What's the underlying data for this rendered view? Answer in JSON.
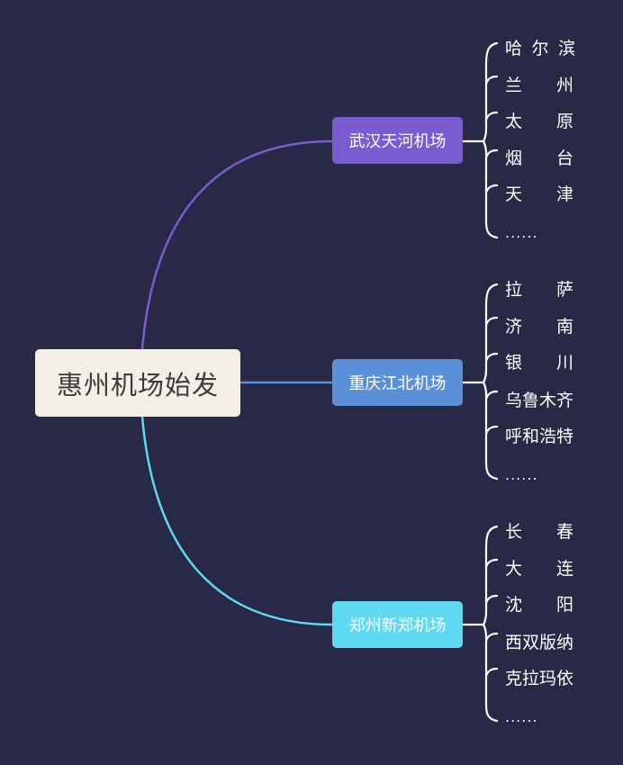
{
  "root": {
    "label": "惠州机场始发"
  },
  "hubs": [
    {
      "label": "武汉天河机场",
      "color": "#7a5cd0",
      "destinations": [
        "哈尔滨",
        "兰州",
        "太原",
        "烟台",
        "天津",
        "......"
      ]
    },
    {
      "label": "重庆江北机场",
      "color": "#5b90d9",
      "destinations": [
        "拉萨",
        "济南",
        "银川",
        "乌鲁木齐",
        "呼和浩特",
        "......"
      ]
    },
    {
      "label": "郑州新郑机场",
      "color": "#5fd8f2",
      "destinations": [
        "长春",
        "大连",
        "沈阳",
        "西双版纳",
        "克拉玛依",
        "......"
      ]
    }
  ],
  "colors": {
    "background": "#282946",
    "root_fill": "#f4efe6",
    "bracket": "#ffffff"
  }
}
